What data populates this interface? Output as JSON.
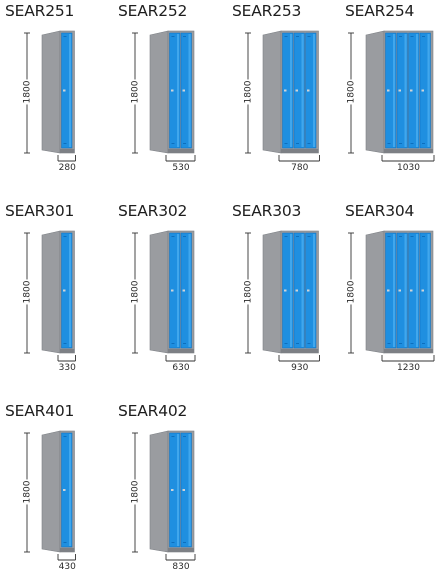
{
  "colors": {
    "frame": "#9a9ca0",
    "frame_dark": "#7d8085",
    "door": "#1f8fe0",
    "door_light": "#4fb0f2",
    "door_edge": "#0d6fbd",
    "line": "#333333"
  },
  "products": [
    {
      "code": "SEAR251",
      "height": "1800",
      "width": "280",
      "doors": 1,
      "tiers": 1
    },
    {
      "code": "SEAR252",
      "height": "1800",
      "width": "530",
      "doors": 2,
      "tiers": 1
    },
    {
      "code": "SEAR253",
      "height": "1800",
      "width": "780",
      "doors": 3,
      "tiers": 1
    },
    {
      "code": "SEAR254",
      "height": "1800",
      "width": "1030",
      "doors": 4,
      "tiers": 1
    },
    {
      "code": "SEAR301",
      "height": "1800",
      "width": "330",
      "doors": 1,
      "tiers": 1
    },
    {
      "code": "SEAR302",
      "height": "1800",
      "width": "630",
      "doors": 2,
      "tiers": 1
    },
    {
      "code": "SEAR303",
      "height": "1800",
      "width": "930",
      "doors": 3,
      "tiers": 1
    },
    {
      "code": "SEAR304",
      "height": "1800",
      "width": "1230",
      "doors": 4,
      "tiers": 1
    },
    {
      "code": "SEAR401",
      "height": "1800",
      "width": "430",
      "doors": 1,
      "tiers": 1
    },
    {
      "code": "SEAR402",
      "height": "1800",
      "width": "830",
      "doors": 2,
      "tiers": 1
    }
  ]
}
